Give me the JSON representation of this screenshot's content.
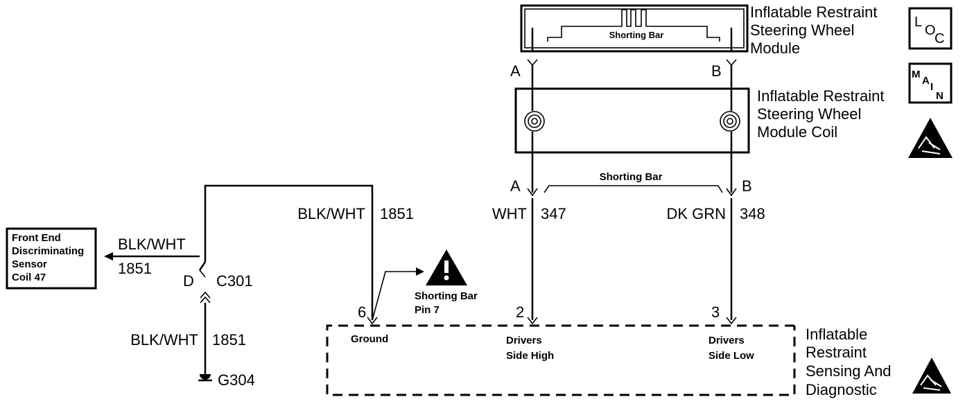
{
  "steering_module": {
    "title_lines": [
      "Inflatable Restraint",
      "Steering Wheel",
      "Module"
    ],
    "shorting_bar": "Shorting Bar",
    "pin_a": "A",
    "pin_b": "B"
  },
  "module_coil": {
    "title_lines": [
      "Inflatable Restraint",
      "Steering Wheel",
      "Module Coil"
    ],
    "pin_a": "A",
    "pin_b": "B",
    "shorting_bar": "Shorting Bar"
  },
  "icons": {
    "loc": [
      "L",
      "O",
      "C"
    ],
    "main": [
      "M",
      "A",
      "I",
      "N"
    ]
  },
  "wires": {
    "w347_color": "WHT",
    "w347_num": "347",
    "w348_color": "DK GRN",
    "w348_num": "348",
    "w1851_top_color": "BLK/WHT",
    "w1851_top_num": "1851",
    "w1851_left_color": "BLK/WHT",
    "w1851_left_num": "1851",
    "w1851_bottom_color": "BLK/WHT",
    "w1851_bottom_num": "1851"
  },
  "connector": {
    "pin": "D",
    "id": "C301"
  },
  "ground": {
    "id": "G304"
  },
  "front_sensor": {
    "lines": [
      "Front End",
      "Discriminating",
      "Sensor",
      "Coil 47"
    ]
  },
  "shorting_note": {
    "lines": [
      "Shorting Bar",
      "Pin 7"
    ]
  },
  "sdm": {
    "title_lines": [
      "Inflatable",
      "Restraint",
      "Sensing And",
      "Diagnostic"
    ],
    "pin6": "6",
    "pin6_label": "Ground",
    "pin2": "2",
    "pin2_label_lines": [
      "Drivers",
      "Side High"
    ],
    "pin3": "3",
    "pin3_label_lines": [
      "Drivers",
      "Side Low"
    ]
  }
}
